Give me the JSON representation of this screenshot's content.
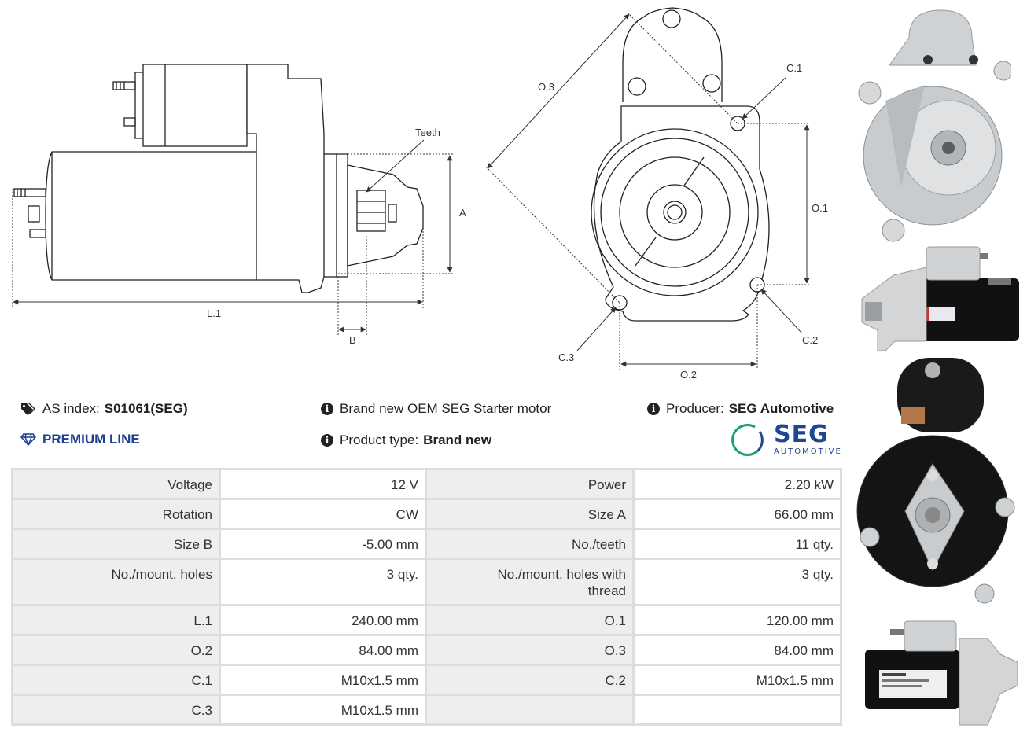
{
  "diagram": {
    "labels": {
      "teeth": "Teeth",
      "a": "A",
      "b": "B",
      "l1": "L.1",
      "o1": "O.1",
      "o2": "O.2",
      "o3": "O.3",
      "c1": "C.1",
      "c2": "C.2",
      "c3": "C.3"
    }
  },
  "info": {
    "as_index_label": "AS index:",
    "as_index_value": "S01061(SEG)",
    "premium": "PREMIUM LINE",
    "description": "Brand new OEM SEG Starter motor",
    "product_type_label": "Product type:",
    "product_type_value": "Brand new",
    "producer_label": "Producer:",
    "producer_value": "SEG Automotive",
    "logo_text": "SEG",
    "logo_subtext": "AUTOMOTIVE"
  },
  "specs": [
    [
      "Voltage",
      "12 V",
      "Power",
      "2.20 kW"
    ],
    [
      "Rotation",
      "CW",
      "Size A",
      "66.00 mm"
    ],
    [
      "Size B",
      "-5.00 mm",
      "No./teeth",
      "11 qty."
    ],
    [
      "No./mount. holes",
      "3 qty.",
      "No./mount. holes with thread",
      "3 qty."
    ],
    [
      "L.1",
      "240.00 mm",
      "O.1",
      "120.00 mm"
    ],
    [
      "O.2",
      "84.00 mm",
      "O.3",
      "84.00 mm"
    ],
    [
      "C.1",
      "M10x1.5 mm",
      "C.2",
      "M10x1.5 mm"
    ],
    [
      "C.3",
      "M10x1.5 mm",
      "",
      ""
    ]
  ],
  "colors": {
    "brand_blue": "#1f4690",
    "premium_blue": "#1d3d8f",
    "logo_green": "#1aa07a",
    "table_key_bg": "#eeeeee",
    "table_border": "#dddddd"
  },
  "icons": {
    "as_index": "tags-icon",
    "premium": "diamond-icon",
    "info": "info-circle-icon"
  }
}
